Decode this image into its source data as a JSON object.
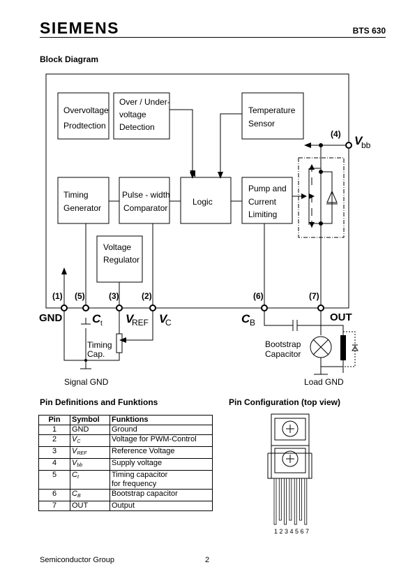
{
  "header": {
    "brand": "SIEMENS",
    "part_number": "BTS 630"
  },
  "block_diagram": {
    "title": "Block Diagram",
    "blocks": {
      "overvoltage": [
        "Overvoltage",
        "Prodtection"
      ],
      "over_under": [
        "Over / Under-",
        "voltage",
        "Detection"
      ],
      "temperature": [
        "Temperature",
        "Sensor"
      ],
      "timing": [
        "Timing",
        "Generator"
      ],
      "pwm": [
        "Pulse - width",
        "Comparator"
      ],
      "logic": [
        "Logic"
      ],
      "pump": [
        "Pump and",
        "Current",
        "Limiting"
      ],
      "regulator": [
        "Voltage",
        "Regulator"
      ]
    },
    "pin_numbers": [
      "(1)",
      "(5)",
      "(3)",
      "(2)",
      "(6)",
      "(7)",
      "(4)"
    ],
    "labels": {
      "gnd": "GND",
      "ct": "C",
      "ct_sub": "t",
      "vref": "V",
      "vref_sub": "REF",
      "vc": "V",
      "vc_sub": "C",
      "cb": "C",
      "cb_sub": "B",
      "out": "OUT",
      "vbb": "V",
      "vbb_sub": "bb",
      "timing_cap": [
        "Timing",
        "Cap."
      ],
      "bootstrap": [
        "Bootstrap",
        "Capacitor"
      ],
      "signal_gnd": "Signal GND",
      "load_gnd": "Load GND"
    }
  },
  "pin_definitions": {
    "title": "Pin Definitions and Funktions",
    "headers": [
      "Pin",
      "Symbol",
      "Funktions"
    ],
    "rows": [
      {
        "pin": "1",
        "symbol": "GND",
        "sub": "",
        "function": "Ground"
      },
      {
        "pin": "2",
        "symbol": "V",
        "sub": "C",
        "function": "Voltage for PWM-Control"
      },
      {
        "pin": "3",
        "symbol": "V",
        "sub": "REF",
        "function": "Reference Voltage"
      },
      {
        "pin": "4",
        "symbol": "V",
        "sub": "bb",
        "function": "Supply voltage"
      },
      {
        "pin": "5",
        "symbol": "C",
        "sub": "t",
        "function": "Timing capacitor",
        "function2": "for frequency"
      },
      {
        "pin": "6",
        "symbol": "C",
        "sub": "B",
        "function": "Bootstrap capacitor"
      },
      {
        "pin": "7",
        "symbol": "OUT",
        "sub": "",
        "function": "Output"
      }
    ]
  },
  "pin_configuration": {
    "title": "Pin Configuration (top view)",
    "pins": "1 2 3 4 5 6 7"
  },
  "footer": {
    "left": "Semiconductor Group",
    "page": "2"
  }
}
